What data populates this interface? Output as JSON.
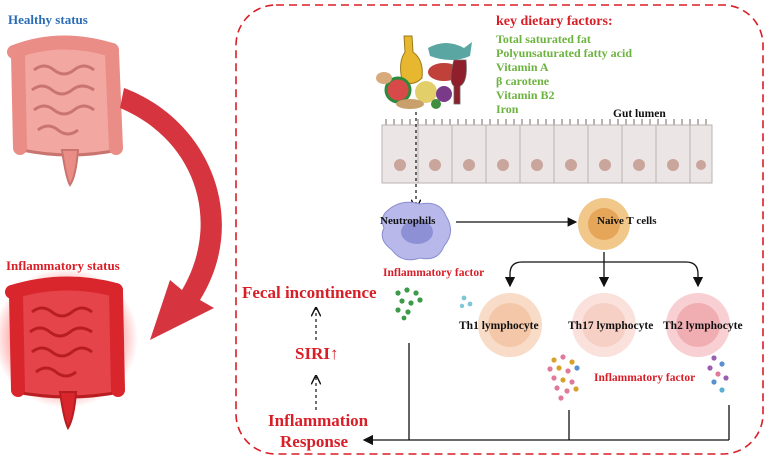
{
  "labels": {
    "healthy_status": "Healthy status",
    "inflammatory_status": "Inflammatory status",
    "gut_lumen": "Gut lumen",
    "neutrophils": "Neutrophils",
    "naive_t_cells": "Naive T cells",
    "inflammatory_factor_1": "Inflammatory factor",
    "inflammatory_factor_2": "Inflammatory factor",
    "th1": "Th1 lymphocyte",
    "th17": "Th17 lymphocyte",
    "th2": "Th2 lymphocyte",
    "fecal_incontinence": "Fecal incontinence",
    "siri": "SIRI",
    "siri_arrow": "↑",
    "inflammation": "Inflammation",
    "response": "Response"
  },
  "dietary": {
    "title": "key dietary factors:",
    "items": [
      "Total saturated fat",
      "Polyunsaturated fatty acid",
      "Vitamin A",
      "β carotene",
      "Vitamin B2",
      "Iron"
    ]
  },
  "colors": {
    "frame_red": "#d81e27",
    "healthy_blue": "#2a6db5",
    "diet_green": "#6cb33f",
    "cell_gray": "#e9e4e3",
    "neutrophil": "#9ea0dc",
    "th1": "#f3c7a8",
    "th17": "#f6d0c5",
    "th2": "#f0aeb2"
  }
}
